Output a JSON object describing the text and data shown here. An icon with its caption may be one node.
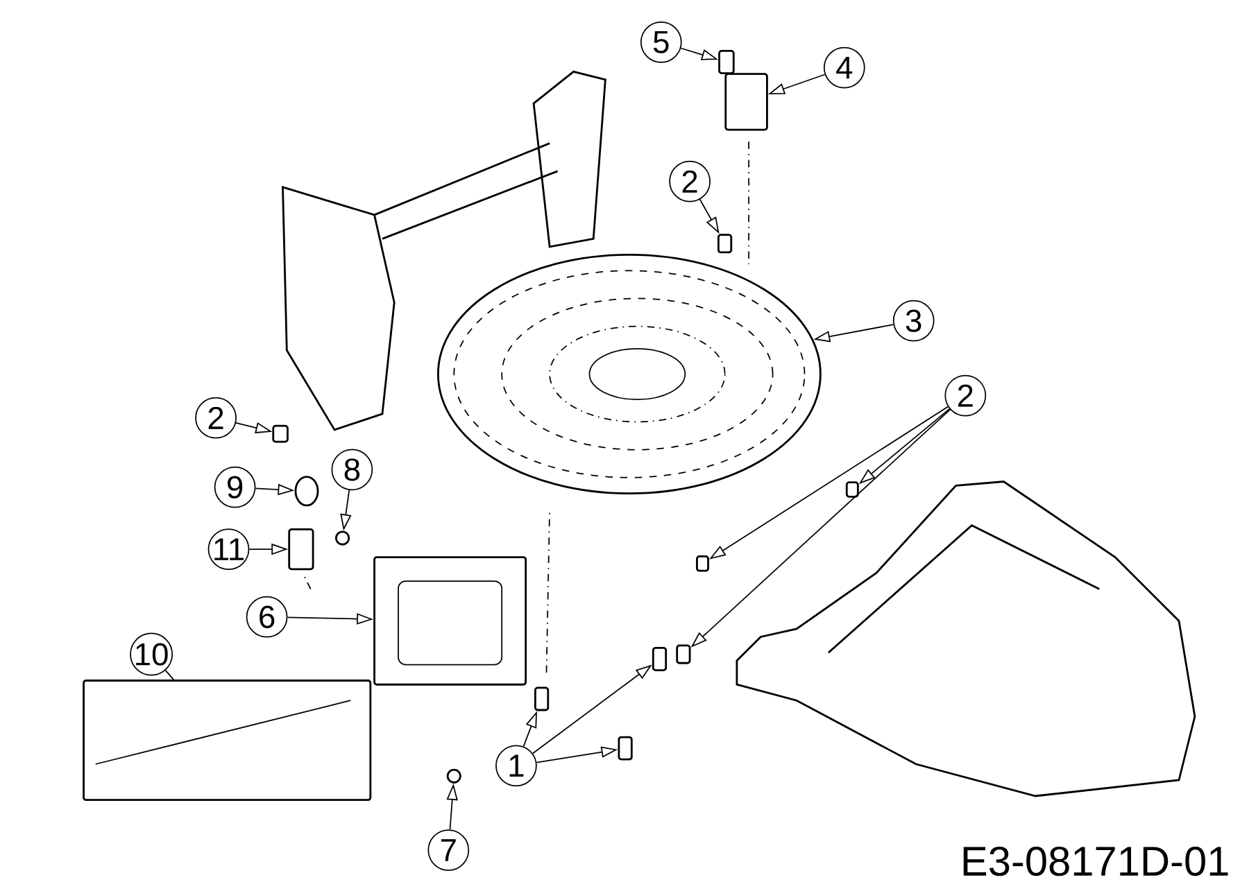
{
  "diagram": {
    "nodes": [
      {
        "text": [
          "5"
        ]
      },
      {
        "text": [],
        "shape": "box"
      },
      {
        "text": [
          "4"
        ]
      },
      {
        "text": [],
        "shape": "box"
      },
      {
        "text": [
          "2"
        ]
      },
      {
        "text": [],
        "shape": "box"
      },
      {
        "text": [],
        "shape": "picture"
      },
      {
        "text": [
          "3"
        ]
      },
      {
        "text": [
          "2"
        ]
      },
      {
        "text": [],
        "shape": "box"
      },
      {
        "text": [],
        "shape": "box"
      },
      {
        "text": [],
        "shape": "box"
      },
      {
        "text": [
          "2"
        ]
      },
      {
        "text": [],
        "shape": "box"
      },
      {
        "text": [
          "8"
        ]
      },
      {
        "text": [],
        "shape": "circle"
      },
      {
        "text": [
          "9"
        ]
      },
      {
        "text": [],
        "shape": "circle"
      },
      {
        "text": [
          "11"
        ]
      },
      {
        "text": [],
        "shape": "box"
      },
      {
        "text": [
          "6"
        ]
      },
      {
        "text": [],
        "shape": "picture"
      },
      {
        "text": [
          "10"
        ]
      },
      {
        "text": [],
        "shape": "picture"
      },
      {
        "text": [
          "1"
        ]
      },
      {
        "text": [],
        "shape": "box"
      },
      {
        "text": [],
        "shape": "box"
      },
      {
        "text": [],
        "shape": "box"
      },
      {
        "text": [
          "7"
        ]
      },
      {
        "text": [],
        "shape": "circle"
      }
    ],
    "edges": [
      {
        "from": 0,
        "to": 1,
        "arrow": "to"
      },
      {
        "from": 2,
        "to": 3,
        "arrow": "to"
      },
      {
        "from": 4,
        "to": 5,
        "arrow": "to"
      },
      {
        "from": 7,
        "to": 6,
        "arrow": "to"
      },
      {
        "from": 8,
        "to": 9,
        "arrow": "to"
      },
      {
        "from": 8,
        "to": 10,
        "arrow": "to"
      },
      {
        "from": 8,
        "to": 11,
        "arrow": "to"
      },
      {
        "from": 12,
        "to": 13,
        "arrow": "to"
      },
      {
        "from": 14,
        "to": 15,
        "arrow": "to"
      },
      {
        "from": 16,
        "to": 17,
        "arrow": "to"
      },
      {
        "from": 18,
        "to": 19,
        "arrow": "to"
      },
      {
        "from": 20,
        "to": 21,
        "arrow": "to"
      },
      {
        "from": 22,
        "to": 23,
        "arrow": "none"
      },
      {
        "from": 24,
        "to": 25,
        "arrow": "to"
      },
      {
        "from": 24,
        "to": 26,
        "arrow": "to"
      },
      {
        "from": 24,
        "to": 27,
        "arrow": "to"
      },
      {
        "from": 28,
        "to": 29,
        "arrow": "to"
      }
    ],
    "labels": [
      "E3-08171D-01"
    ]
  }
}
